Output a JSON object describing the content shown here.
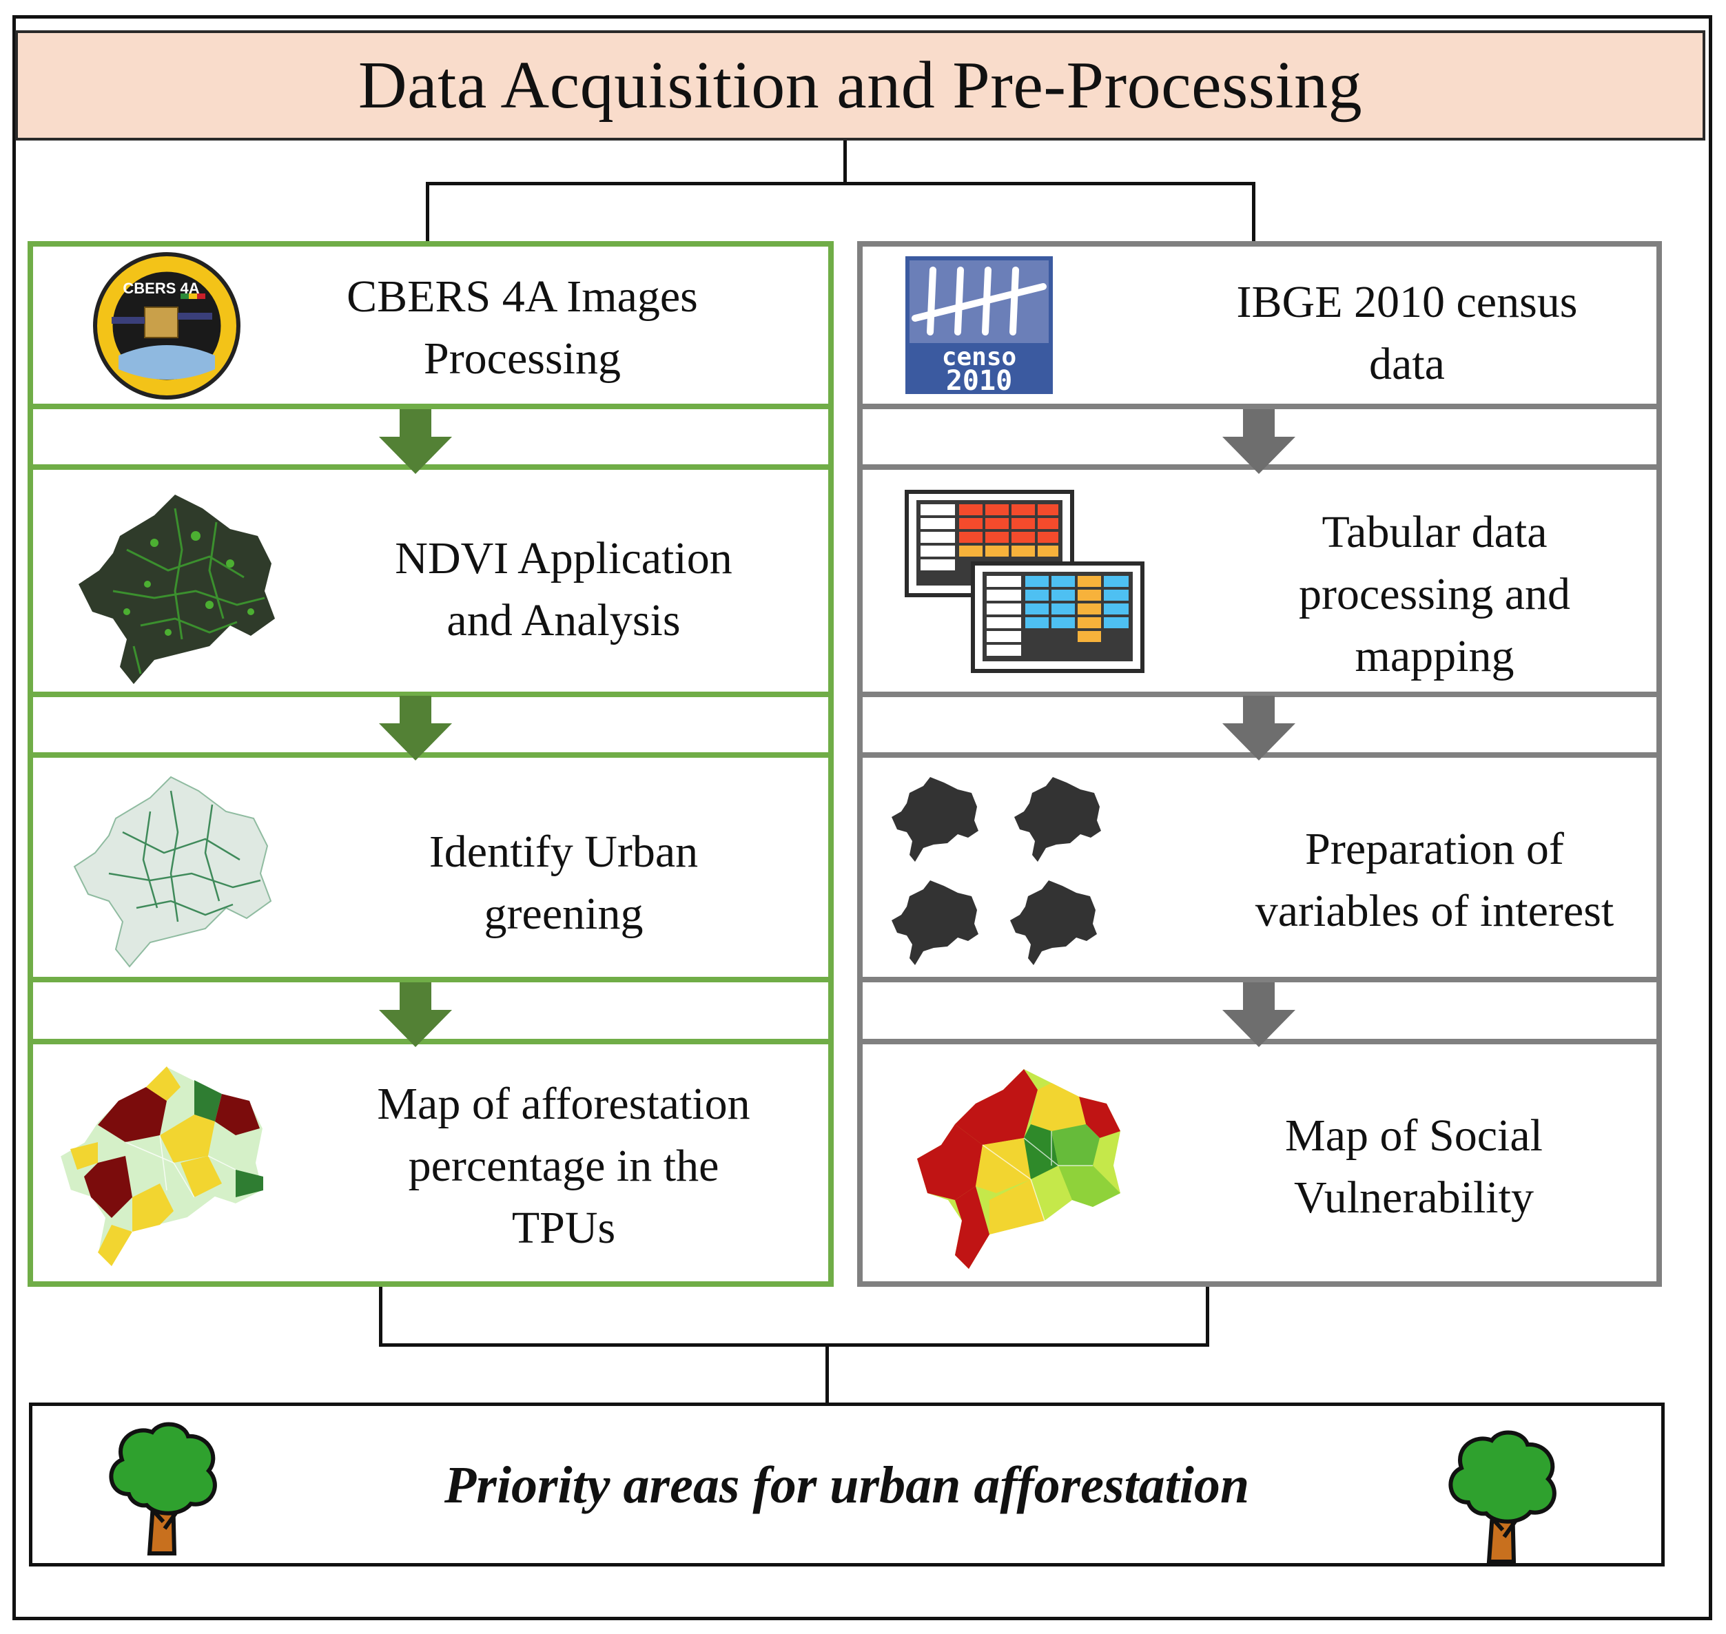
{
  "header": {
    "title": "Data Acquisition and Pre-Processing"
  },
  "left_column": {
    "steps": [
      {
        "line1": "CBERS 4A Images",
        "line2": "Processing",
        "icon": "satellite-mission-logo"
      },
      {
        "line1": "NDVI Application",
        "line2": "and Analysis",
        "icon": "ndvi-map"
      },
      {
        "line1": "Identify Urban",
        "line2": "greening",
        "icon": "urban-greening-map"
      },
      {
        "line1": "Map of afforestation",
        "line2": "percentage in the",
        "line3": "TPUs",
        "icon": "afforestation-map"
      }
    ]
  },
  "right_column": {
    "steps": [
      {
        "line1": "IBGE 2010 census",
        "line2": "data",
        "icon": "censo-logo"
      },
      {
        "line1": "Tabular data",
        "line2": "processing and",
        "line3": "mapping",
        "icon": "spreadsheet-icon"
      },
      {
        "line1": "Preparation of",
        "line2": "variables of interest",
        "icon": "variable-maps"
      },
      {
        "line1": "Map of Social",
        "line2": "Vulnerability",
        "icon": "vulnerability-map"
      }
    ]
  },
  "logos": {
    "cbers_text": "CBERS 4A",
    "censo_top": "censo",
    "censo_bottom": "2010"
  },
  "result": {
    "text": "Priority areas for urban afforestation",
    "icon": "tree-icon"
  },
  "colors": {
    "header_fill": "#f9dccb",
    "left_border": "#70ad47",
    "left_arrow": "#538135",
    "right_border": "#808080",
    "right_arrow": "#6e6e6e"
  }
}
